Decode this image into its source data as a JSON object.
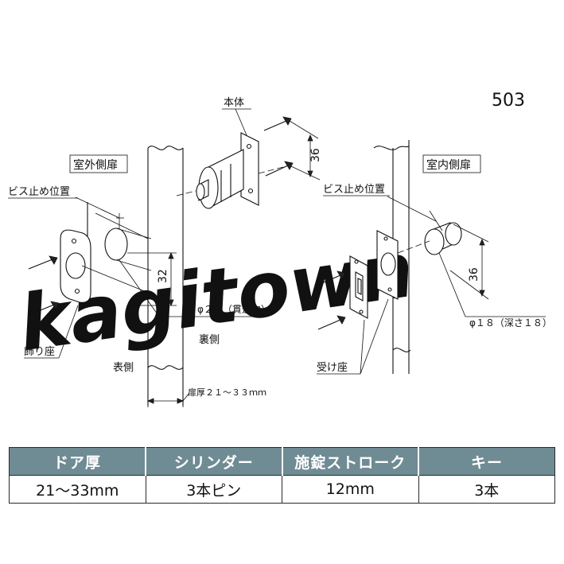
{
  "model": "503",
  "watermark": "kagitown",
  "labels": {
    "body": "本体",
    "outside": "室外側扉",
    "inside": "室内側扉",
    "screw_pos_left": "ビス止め位置",
    "screw_pos_right": "ビス止め位置",
    "escutcheon": "飾り座",
    "strike": "受け座",
    "front_side": "表側",
    "back_side": "裏側",
    "door_thickness": "扉厚２１～３３ｍｍ",
    "hole_through": "φ２０（貫通穴）",
    "hole_depth": "φ１８（深さ１８）",
    "dim_36_body": "36",
    "dim_32": "32",
    "dim_36_right": "36"
  },
  "table": {
    "headers": [
      "ドア厚",
      "シリンダー",
      "施錠ストローク",
      "キー"
    ],
    "rows": [
      [
        "21～33mm",
        "3本ピン",
        "12mm",
        "3本"
      ]
    ]
  },
  "colors": {
    "header_bg": "#6f8b94",
    "header_text": "#ffffff",
    "line": "#111111"
  }
}
